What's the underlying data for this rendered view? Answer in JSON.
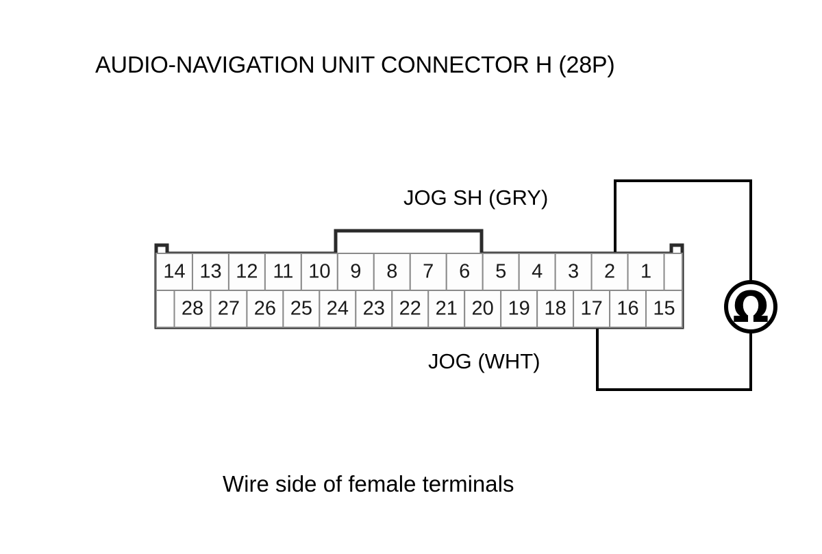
{
  "title": "AUDIO-NAVIGATION UNIT CONNECTOR H (28P)",
  "caption": "Wire side of female terminals",
  "labels": {
    "top_wire": "JOG SH (GRY)",
    "bottom_wire": "JOG (WHT)"
  },
  "meter": {
    "symbol": "Ω",
    "name": "ohmmeter"
  },
  "connector": {
    "name": "H",
    "pin_count": 28,
    "top_row": [
      "14",
      "13",
      "12",
      "11",
      "10",
      "9",
      "8",
      "7",
      "6",
      "5",
      "4",
      "3",
      "2",
      "1",
      ""
    ],
    "bottom_row": [
      "",
      "28",
      "27",
      "26",
      "25",
      "24",
      "23",
      "22",
      "21",
      "20",
      "19",
      "18",
      "17",
      "16",
      "15"
    ]
  },
  "circuit": {
    "top_probe_pin": "2",
    "bottom_probe_pin": "17"
  },
  "colors": {
    "ink": "#000000",
    "cell_border": "#8a8a8a",
    "body_outline": "#2b2b2b",
    "background": "#ffffff"
  }
}
